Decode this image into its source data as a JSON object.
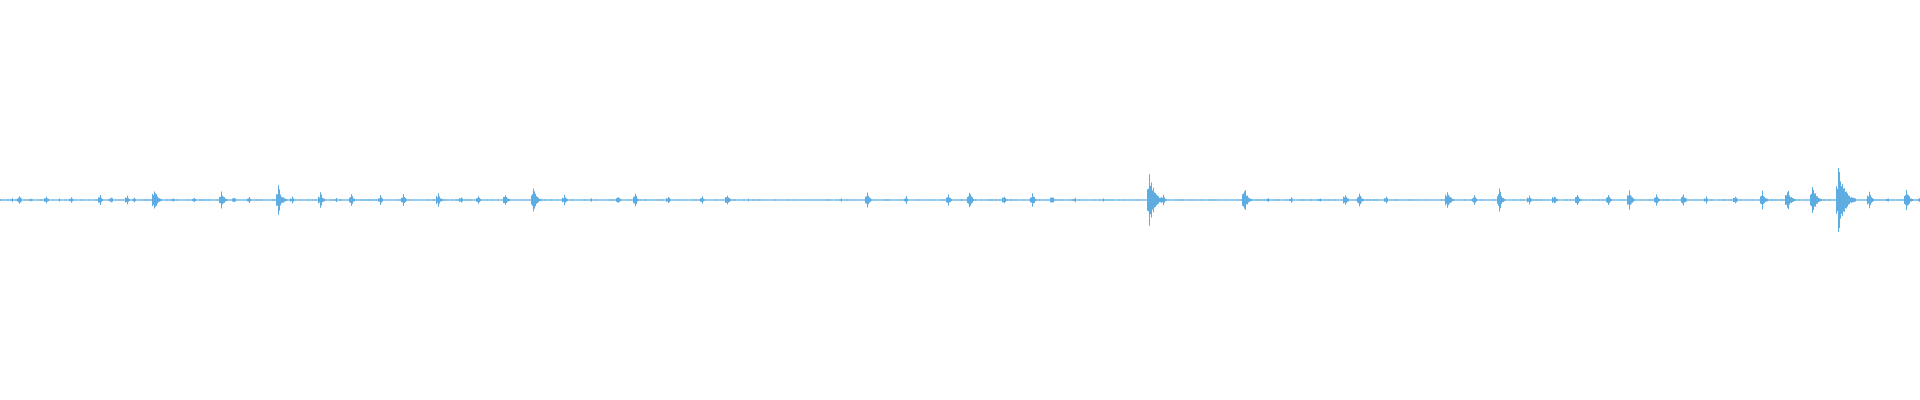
{
  "waveform": {
    "color": "#5dade2",
    "background": "#ffffff",
    "peaks": [
      {
        "t": 0.0,
        "a": 0.008
      },
      {
        "t": 0.006,
        "a": 0.01
      },
      {
        "t": 0.01,
        "a": 0.025
      },
      {
        "t": 0.016,
        "a": 0.01
      },
      {
        "t": 0.024,
        "a": 0.022
      },
      {
        "t": 0.031,
        "a": 0.01
      },
      {
        "t": 0.037,
        "a": 0.016
      },
      {
        "t": 0.052,
        "a": 0.028
      },
      {
        "t": 0.058,
        "a": 0.018
      },
      {
        "t": 0.066,
        "a": 0.025
      },
      {
        "t": 0.07,
        "a": 0.014
      },
      {
        "t": 0.08,
        "a": 0.065
      },
      {
        "t": 0.09,
        "a": 0.012
      },
      {
        "t": 0.101,
        "a": 0.016
      },
      {
        "t": 0.115,
        "a": 0.05
      },
      {
        "t": 0.122,
        "a": 0.016
      },
      {
        "t": 0.13,
        "a": 0.022
      },
      {
        "t": 0.145,
        "a": 0.075
      },
      {
        "t": 0.152,
        "a": 0.018
      },
      {
        "t": 0.167,
        "a": 0.045
      },
      {
        "t": 0.175,
        "a": 0.01
      },
      {
        "t": 0.183,
        "a": 0.035
      },
      {
        "t": 0.198,
        "a": 0.026
      },
      {
        "t": 0.21,
        "a": 0.03
      },
      {
        "t": 0.228,
        "a": 0.04
      },
      {
        "t": 0.24,
        "a": 0.018
      },
      {
        "t": 0.249,
        "a": 0.022
      },
      {
        "t": 0.263,
        "a": 0.038
      },
      {
        "t": 0.278,
        "a": 0.07
      },
      {
        "t": 0.294,
        "a": 0.03
      },
      {
        "t": 0.308,
        "a": 0.012
      },
      {
        "t": 0.322,
        "a": 0.025
      },
      {
        "t": 0.331,
        "a": 0.035
      },
      {
        "t": 0.348,
        "a": 0.02
      },
      {
        "t": 0.366,
        "a": 0.024
      },
      {
        "t": 0.379,
        "a": 0.03
      },
      {
        "t": 0.39,
        "a": 0.008
      },
      {
        "t": 0.41,
        "a": 0.004
      },
      {
        "t": 0.438,
        "a": 0.01
      },
      {
        "t": 0.452,
        "a": 0.04
      },
      {
        "t": 0.472,
        "a": 0.02
      },
      {
        "t": 0.494,
        "a": 0.035
      },
      {
        "t": 0.505,
        "a": 0.05
      },
      {
        "t": 0.523,
        "a": 0.025
      },
      {
        "t": 0.538,
        "a": 0.04
      },
      {
        "t": 0.548,
        "a": 0.025
      },
      {
        "t": 0.56,
        "a": 0.012
      },
      {
        "t": 0.575,
        "a": 0.008
      },
      {
        "t": 0.599,
        "a": 0.145
      },
      {
        "t": 0.606,
        "a": 0.03
      },
      {
        "t": 0.622,
        "a": 0.004
      },
      {
        "t": 0.648,
        "a": 0.07
      },
      {
        "t": 0.661,
        "a": 0.012
      },
      {
        "t": 0.673,
        "a": 0.018
      },
      {
        "t": 0.688,
        "a": 0.012
      },
      {
        "t": 0.701,
        "a": 0.035
      },
      {
        "t": 0.708,
        "a": 0.04
      },
      {
        "t": 0.722,
        "a": 0.018
      },
      {
        "t": 0.74,
        "a": 0.004
      },
      {
        "t": 0.754,
        "a": 0.06
      },
      {
        "t": 0.768,
        "a": 0.025
      },
      {
        "t": 0.781,
        "a": 0.06
      },
      {
        "t": 0.797,
        "a": 0.025
      },
      {
        "t": 0.81,
        "a": 0.03
      },
      {
        "t": 0.822,
        "a": 0.035
      },
      {
        "t": 0.838,
        "a": 0.03
      },
      {
        "t": 0.849,
        "a": 0.05
      },
      {
        "t": 0.863,
        "a": 0.03
      },
      {
        "t": 0.877,
        "a": 0.036
      },
      {
        "t": 0.889,
        "a": 0.018
      },
      {
        "t": 0.904,
        "a": 0.022
      },
      {
        "t": 0.918,
        "a": 0.052
      },
      {
        "t": 0.931,
        "a": 0.07
      },
      {
        "t": 0.944,
        "a": 0.09
      },
      {
        "t": 0.958,
        "a": 0.175
      },
      {
        "t": 0.974,
        "a": 0.045
      },
      {
        "t": 0.984,
        "a": 0.012
      },
      {
        "t": 0.993,
        "a": 0.065
      },
      {
        "t": 1.0,
        "a": 0.01
      }
    ]
  }
}
